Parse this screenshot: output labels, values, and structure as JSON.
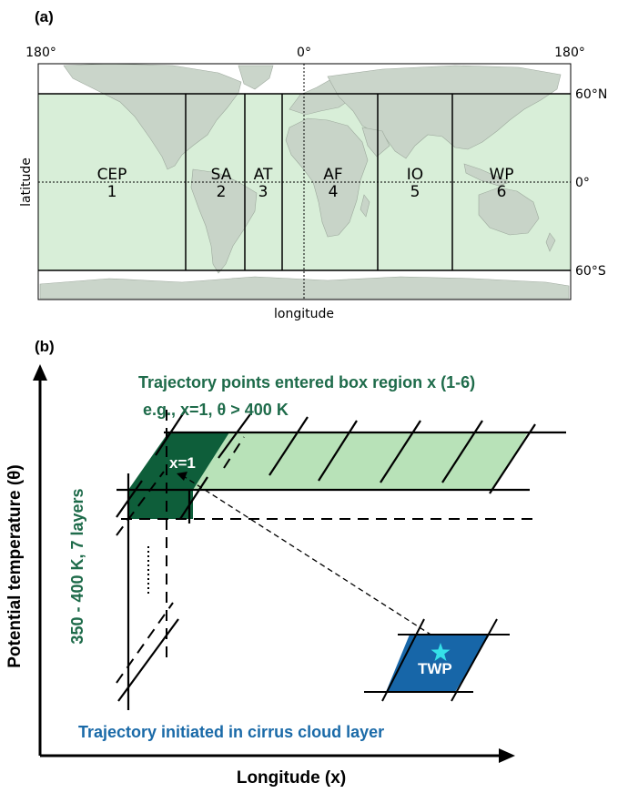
{
  "panel_a": {
    "label": "(a)",
    "lon_ticks": {
      "left": "180°",
      "center": "0°",
      "right": "180°"
    },
    "lat_ticks": {
      "north": "60°N",
      "equator": "0°",
      "south": "60°S"
    },
    "xlabel": "longitude",
    "ylabel": "latitude",
    "regions": [
      {
        "name": "CEP",
        "number": "1"
      },
      {
        "name": "SA",
        "number": "2"
      },
      {
        "name": "AT",
        "number": "3"
      },
      {
        "name": "AF",
        "number": "4"
      },
      {
        "name": "IO",
        "number": "5"
      },
      {
        "name": "WP",
        "number": "6"
      }
    ],
    "colors": {
      "box_fill": "#d8eed8",
      "land": "#d3d3d3"
    }
  },
  "panel_b": {
    "label": "(b)",
    "title_line1": "Trajectory points entered box region x (1-6)",
    "title_line2": "e.g., x=1, θ > 400 K",
    "box_label": "x=1",
    "layers_label": "350 - 400 K, 7 layers",
    "twp_label": "TWP",
    "initiated_label": "Trajectory initiated in cirrus cloud layer",
    "xlabel": "Longitude (x)",
    "ylabel": "Potential temperature (θ)",
    "colors": {
      "dark_green": "#0e5e3a",
      "light_green": "#b8e2b8",
      "title_green": "#1e6b4a",
      "blue": "#1766a8",
      "blue_text": "#1a6aa8",
      "star": "#35e0e8"
    }
  }
}
